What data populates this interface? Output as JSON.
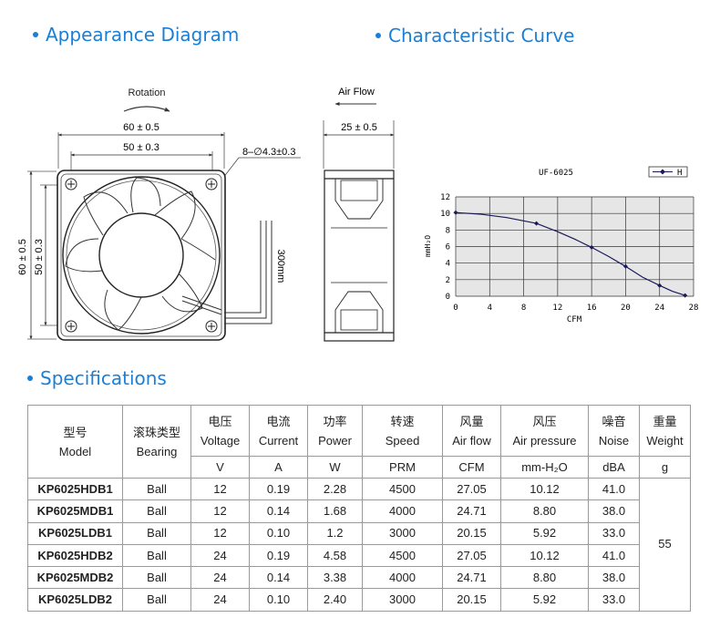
{
  "sections": {
    "appearance": "Appearance Diagram",
    "curve": "Characteristic Curve",
    "specs": "Specifications"
  },
  "drawing": {
    "rotation": "Rotation",
    "airflow": "Air Flow",
    "width_outer": "60 ± 0.5",
    "width_inner": "50 ± 0.3",
    "holes": "8–∅4.3±0.3",
    "height_outer": "60 ± 0.5",
    "height_inner": "50 ± 0.3",
    "lead_length": "300mm",
    "depth": "25 ± 0.5"
  },
  "chart_data": {
    "type": "line",
    "title": "UF-6025",
    "legend": "H",
    "legend_position": "top-right",
    "xlabel": "CFM",
    "ylabel": "mmH₂O",
    "xlim": [
      0,
      28
    ],
    "ylim": [
      0,
      12
    ],
    "xticks": [
      0,
      4,
      8,
      12,
      16,
      20,
      24,
      28
    ],
    "yticks": [
      0,
      2,
      4,
      6,
      8,
      10,
      12
    ],
    "grid": true,
    "series": [
      {
        "name": "H",
        "color": "#1a1a5a",
        "x": [
          0,
          3,
          6,
          9.5,
          12,
          14,
          16,
          18,
          20,
          22,
          24,
          25.5,
          27
        ],
        "y": [
          10.1,
          9.9,
          9.5,
          8.8,
          7.8,
          6.9,
          5.9,
          4.8,
          3.6,
          2.3,
          1.3,
          0.6,
          0.1
        ],
        "markers_x": [
          0,
          9.5,
          16,
          20,
          24,
          27
        ],
        "markers_y": [
          10.1,
          8.8,
          5.9,
          3.6,
          1.3,
          0.1
        ]
      }
    ]
  },
  "specs": {
    "headers": [
      {
        "cn": "型号",
        "en": "Model",
        "unit": ""
      },
      {
        "cn": "滚珠类型",
        "en": "Bearing",
        "unit": ""
      },
      {
        "cn": "电压",
        "en": "Voltage",
        "unit": "V"
      },
      {
        "cn": "电流",
        "en": "Current",
        "unit": "A"
      },
      {
        "cn": "功率",
        "en": "Power",
        "unit": "W"
      },
      {
        "cn": "转速",
        "en": "Speed",
        "unit": "PRM"
      },
      {
        "cn": "风量",
        "en": "Air flow",
        "unit": "CFM"
      },
      {
        "cn": "风压",
        "en": "Air pressure",
        "unit": "mm-H₂O"
      },
      {
        "cn": "噪音",
        "en": "Noise",
        "unit": "dBA"
      },
      {
        "cn": "重量",
        "en": "Weight",
        "unit": "g"
      }
    ],
    "rows": [
      [
        "KP6025HDB1",
        "Ball",
        "12",
        "0.19",
        "2.28",
        "4500",
        "27.05",
        "10.12",
        "41.0"
      ],
      [
        "KP6025MDB1",
        "Ball",
        "12",
        "0.14",
        "1.68",
        "4000",
        "24.71",
        "8.80",
        "38.0"
      ],
      [
        "KP6025LDB1",
        "Ball",
        "12",
        "0.10",
        "1.2",
        "3000",
        "20.15",
        "5.92",
        "33.0"
      ],
      [
        "KP6025HDB2",
        "Ball",
        "24",
        "0.19",
        "4.58",
        "4500",
        "27.05",
        "10.12",
        "41.0"
      ],
      [
        "KP6025MDB2",
        "Ball",
        "24",
        "0.14",
        "3.38",
        "4000",
        "24.71",
        "8.80",
        "38.0"
      ],
      [
        "KP6025LDB2",
        "Ball",
        "24",
        "0.10",
        "2.40",
        "3000",
        "20.15",
        "5.92",
        "33.0"
      ]
    ],
    "weight": "55"
  }
}
